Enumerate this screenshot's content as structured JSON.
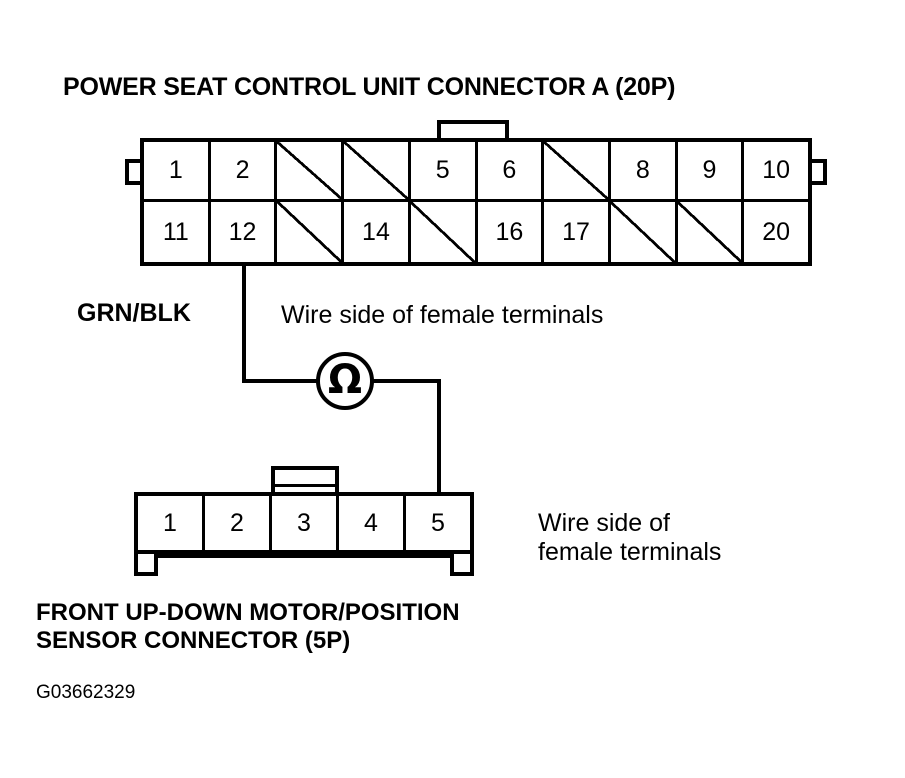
{
  "figure": {
    "title": "POWER SEAT CONTROL UNIT CONNECTOR A (20P)",
    "bottom_caption_line1": "FRONT UP-DOWN MOTOR/POSITION",
    "bottom_caption_line2": "SENSOR CONNECTOR (5P)",
    "figure_code": "G03662329",
    "ink_color": "#000000",
    "background_color": "#ffffff"
  },
  "connector_20p": {
    "name": "POWER SEAT CONTROL UNIT CONNECTOR A (20P)",
    "pin_count": 20,
    "columns": 10,
    "note": "Wire side of female terminals",
    "top_row": [
      {
        "label": "1",
        "occupied": true
      },
      {
        "label": "2",
        "occupied": true
      },
      {
        "label": "",
        "occupied": false
      },
      {
        "label": "",
        "occupied": false
      },
      {
        "label": "5",
        "occupied": true
      },
      {
        "label": "6",
        "occupied": true
      },
      {
        "label": "",
        "occupied": false
      },
      {
        "label": "8",
        "occupied": true
      },
      {
        "label": "9",
        "occupied": true
      },
      {
        "label": "10",
        "occupied": true
      }
    ],
    "bottom_row": [
      {
        "label": "11",
        "occupied": true
      },
      {
        "label": "12",
        "occupied": true
      },
      {
        "label": "",
        "occupied": false
      },
      {
        "label": "14",
        "occupied": true
      },
      {
        "label": "",
        "occupied": false
      },
      {
        "label": "16",
        "occupied": true
      },
      {
        "label": "17",
        "occupied": true
      },
      {
        "label": "",
        "occupied": false
      },
      {
        "label": "",
        "occupied": false
      },
      {
        "label": "20",
        "occupied": true
      }
    ]
  },
  "connector_5p": {
    "name": "FRONT UP-DOWN MOTOR/POSITION SENSOR CONNECTOR (5P)",
    "pin_count": 5,
    "note_line1": "Wire side of",
    "note_line2": "female terminals",
    "pins": [
      {
        "label": "1"
      },
      {
        "label": "2"
      },
      {
        "label": "3"
      },
      {
        "label": "4"
      },
      {
        "label": "5"
      }
    ]
  },
  "wiring": {
    "wire_color_label": "GRN/BLK",
    "from_pin": "12",
    "to_pin": "5",
    "instrument": "ohmmeter",
    "instrument_symbol": "Ω"
  }
}
